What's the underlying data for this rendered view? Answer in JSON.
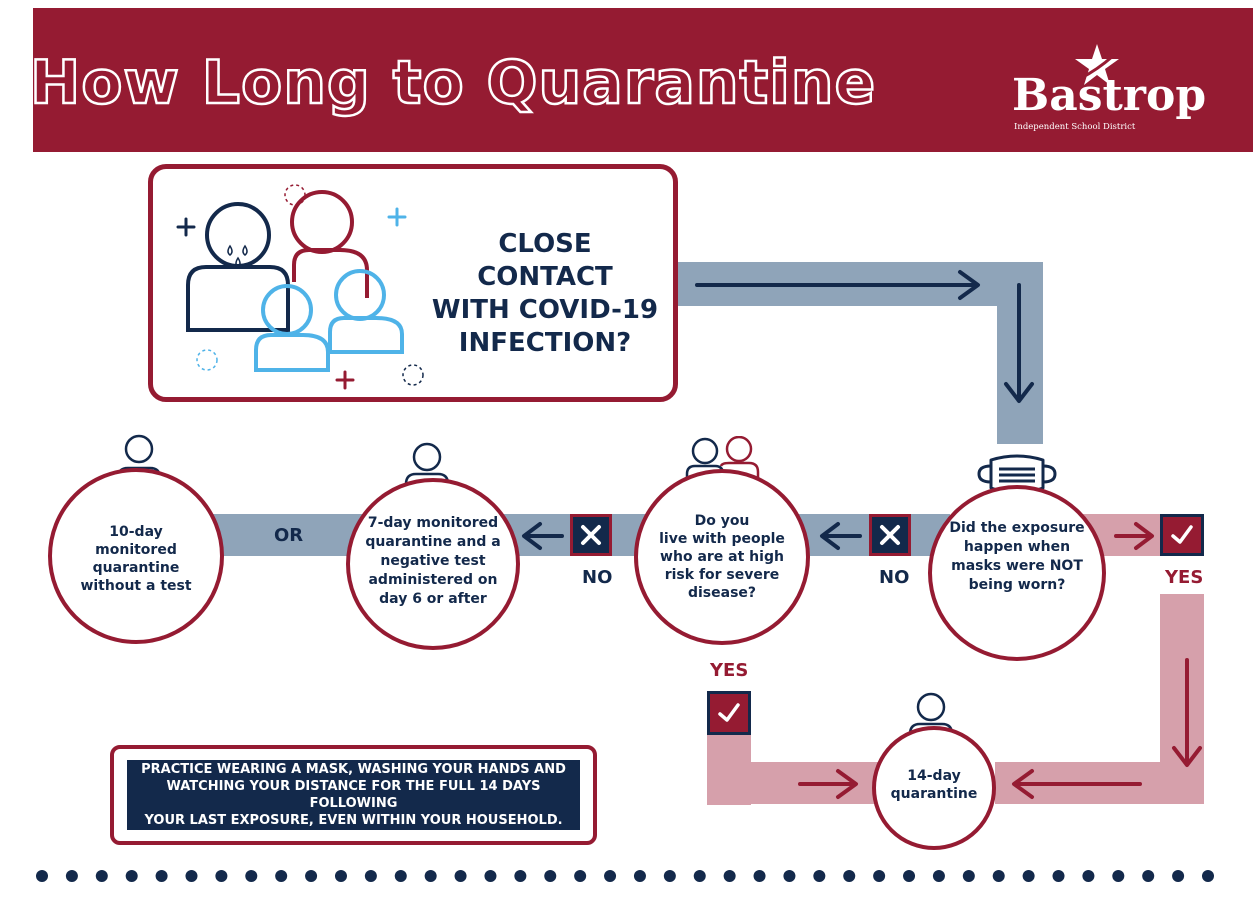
{
  "colors": {
    "red": "#951b32",
    "navy": "#13294b",
    "blue_gray": "#8fa4b9",
    "pink": "#d6a0ab",
    "light_blue": "#4fb3e8"
  },
  "header": {
    "title": "How Long to Quarantine",
    "logo": {
      "name": "Bastrop",
      "subtitle": "Independent School District"
    }
  },
  "start": {
    "question": "CLOSE CONTACT\nWITH COVID-19\nINFECTION?"
  },
  "nodes": {
    "masks": "Did the exposure\nhappen when\nmasks were NOT\nbeing worn?",
    "high_risk": "Do you\nlive with people\nwho are at high\nrisk for severe\ndisease?",
    "seven_day": "7-day monitored\nquarantine and a\nnegative test\nadministered on\nday 6 or after",
    "ten_day": "10-day\nmonitored\nquarantine\nwithout a test",
    "fourteen_day": "14-day\nquarantine"
  },
  "labels": {
    "yes": "YES",
    "no": "NO",
    "or": "OR"
  },
  "icons": {
    "check": "check-icon",
    "x": "x-icon",
    "mask": "face-mask-icon",
    "person": "person-icon"
  },
  "tip": "PRACTICE WEARING A MASK, WASHING YOUR HANDS AND\nWATCHING YOUR DISTANCE FOR THE FULL 14 DAYS FOLLOWING\nYOUR LAST EXPOSURE, EVEN WITHIN YOUR HOUSEHOLD.",
  "footer": {
    "dots": 40
  }
}
